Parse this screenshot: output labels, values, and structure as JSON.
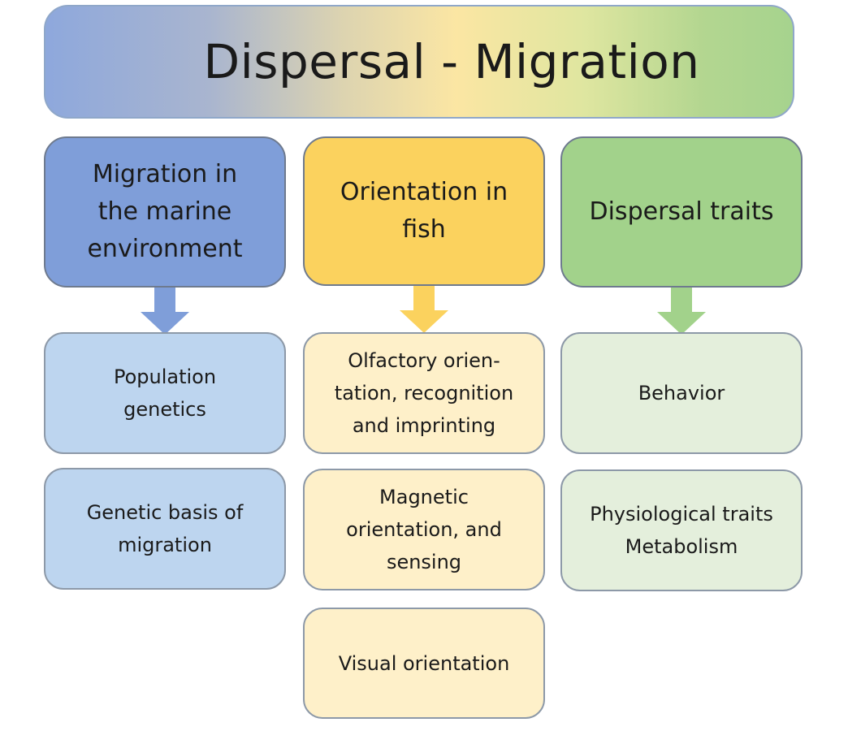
{
  "title": "Dispersal - Migration",
  "columns": [
    {
      "header": "Migration in\nthe marine\nenvironment",
      "color": "#7f9ed9",
      "items": [
        "Population\ngenetics",
        "Genetic basis of\nmigration"
      ]
    },
    {
      "header": "Orientation in\nfish",
      "color": "#fbd25e",
      "items": [
        "Olfactory orien-\ntation, recognition\nand imprinting",
        "Magnetic\norientation, and\nsensing",
        "Visual orientation"
      ]
    },
    {
      "header": "Dispersal traits",
      "color": "#a2d28b",
      "items": [
        "Behavior",
        "Physiological traits\nMetabolism"
      ]
    }
  ]
}
